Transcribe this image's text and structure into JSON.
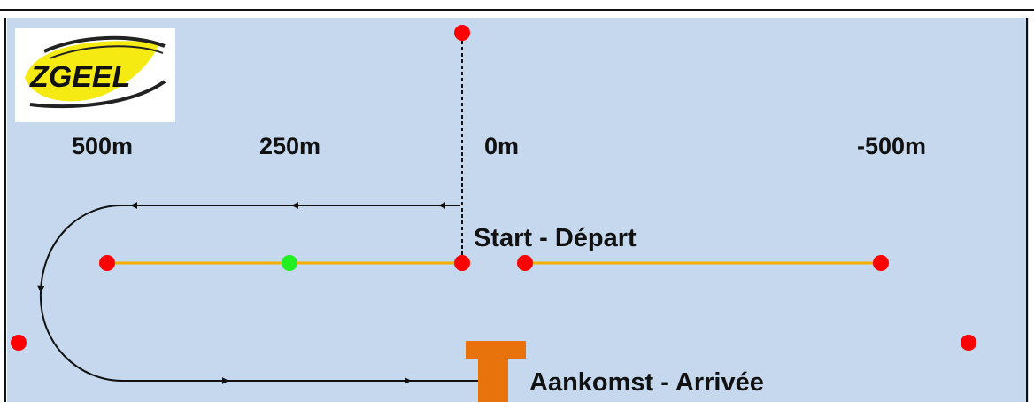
{
  "logo": {
    "text": "ZGEEL"
  },
  "distance_labels": [
    "500m",
    "250m",
    "0m",
    "-500m"
  ],
  "start_label": "Start - Départ",
  "finish_label": "Aankomst - Arrivée",
  "colors": {
    "field": "#c5d8ee",
    "frame": "#111111",
    "marker": "#ff0000",
    "green_marker": "#22ee22",
    "track_line": "#f2b000",
    "finish_post": "#e8720c",
    "route": "#111111",
    "logo_swoosh": "#f5ea12"
  }
}
